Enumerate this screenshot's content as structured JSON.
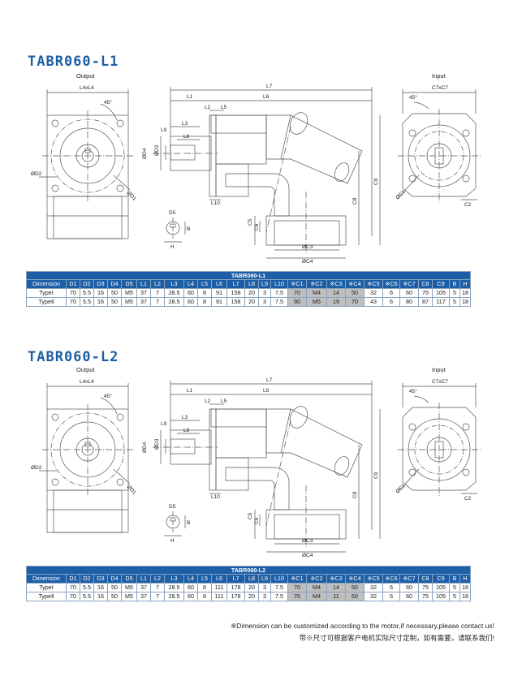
{
  "sections": [
    {
      "title": "TABR060-L1",
      "table_caption": "TABR060-L1",
      "labels": {
        "output": "Output",
        "input": "Input",
        "l4xl4": "L4xL4",
        "c7xc7": "C7xC7",
        "angle": "45°",
        "angle2": "45°",
        "d1": "ØD1",
        "d2": "ØD2",
        "d3": "ØD3",
        "d4": "ØD4",
        "l1": "L1",
        "l2": "L2",
        "l3": "L3",
        "l5": "L5",
        "l6": "L6",
        "l7": "L7",
        "l8": "L8",
        "l9": "L9",
        "l10": "L10",
        "c1": "ØC1",
        "c2": "C2",
        "c3": "ØC3",
        "c4": "ØC4",
        "c5": "C5",
        "c6": "C6",
        "c8": "C8",
        "c9": "C9",
        "d5": "D5",
        "b": "B",
        "h": "H"
      },
      "headers": [
        "Dimension",
        "D1",
        "D2",
        "D3",
        "D4",
        "D5",
        "L1",
        "L2",
        "L3",
        "L4",
        "L5",
        "L6",
        "L7",
        "L8",
        "L9",
        "L10",
        "※C1",
        "※C2",
        "※C3",
        "※C4",
        "※C5",
        "※C6",
        "※C7",
        "C8",
        "C9",
        "B",
        "H"
      ],
      "rows": [
        {
          "label": "TypeⅠ",
          "values": [
            "70",
            "5.5",
            "16",
            "50",
            "M5",
            "37",
            "7",
            "28.5",
            "60",
            "8",
            "91",
            "158",
            "20",
            "3",
            "7.5",
            "70",
            "M4",
            "14",
            "50",
            "32",
            "6",
            "60",
            "75",
            "105",
            "5",
            "18"
          ]
        },
        {
          "label": "TypeⅡ",
          "values": [
            "70",
            "5.5",
            "16",
            "50",
            "M5",
            "37",
            "7",
            "28.5",
            "60",
            "8",
            "91",
            "158",
            "20",
            "3",
            "7.5",
            "90",
            "M5",
            "19",
            "70",
            "43",
            "6",
            "80",
            "87",
            "117",
            "5",
            "18"
          ]
        }
      ]
    },
    {
      "title": "TABR060-L2",
      "table_caption": "TABR060-L2",
      "labels": {
        "output": "Output",
        "input": "Input",
        "l4xl4": "L4xL4",
        "c7xc7": "C7xC7",
        "angle": "45°",
        "angle2": "45°",
        "d1": "ØD1",
        "d2": "ØD2",
        "d3": "ØD3",
        "d4": "ØD4",
        "l1": "L1",
        "l2": "L2",
        "l3": "L3",
        "l5": "L5",
        "l6": "L6",
        "l7": "L7",
        "l8": "L8",
        "l9": "L9",
        "l10": "L10",
        "c1": "ØC1",
        "c2": "C2",
        "c3": "ØC3",
        "c4": "ØC4",
        "c5": "C5",
        "c6": "C6",
        "c8": "C8",
        "c9": "C9",
        "d5": "D5",
        "b": "B",
        "h": "H"
      },
      "headers": [
        "Dimension",
        "D1",
        "D2",
        "D3",
        "D4",
        "D5",
        "L1",
        "L2",
        "L3",
        "L4",
        "L5",
        "L6",
        "L7",
        "L8",
        "L9",
        "L10",
        "※C1",
        "※C2",
        "※C3",
        "※C4",
        "※C5",
        "※C6",
        "※C7",
        "C8",
        "C9",
        "B",
        "H"
      ],
      "rows": [
        {
          "label": "TypeⅠ",
          "values": [
            "70",
            "5.5",
            "16",
            "50",
            "M5",
            "37",
            "7",
            "28.5",
            "60",
            "8",
            "111",
            "178",
            "20",
            "3",
            "7.5",
            "70",
            "M4",
            "14",
            "50",
            "32",
            "6",
            "60",
            "75",
            "105",
            "5",
            "18"
          ]
        },
        {
          "label": "TypeⅡ",
          "values": [
            "70",
            "5.5",
            "16",
            "50",
            "M5",
            "37",
            "7",
            "28.5",
            "60",
            "8",
            "111",
            "178",
            "20",
            "3",
            "7.5",
            "70",
            "M4",
            "11",
            "50",
            "32",
            "6",
            "60",
            "75",
            "105",
            "5",
            "18"
          ]
        }
      ]
    }
  ],
  "footer": {
    "note_en": "※Dimension can be customized according to the motor,if necessary,please contact us!",
    "note_cn": "带※尺寸可根据客户电机实际尺寸定制，如有需要，请联系我们!"
  },
  "colors": {
    "brand": "#1d5fa6",
    "highlight_cell": "#bfbfbf",
    "line": "#555555"
  }
}
